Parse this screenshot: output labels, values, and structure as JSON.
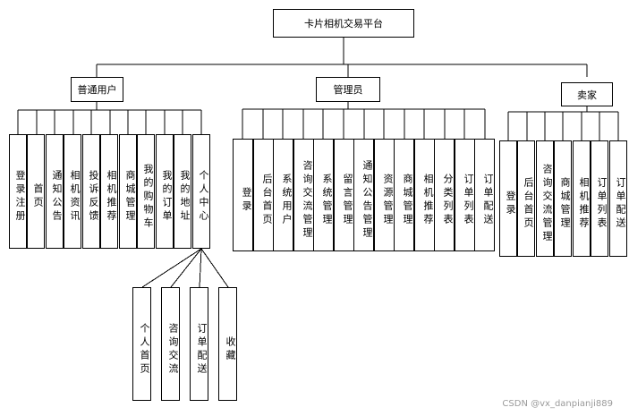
{
  "root": {
    "label": "卡片相机交易平台"
  },
  "groups": [
    {
      "key": "user",
      "label": "普通用户",
      "items": [
        "登录注册",
        "首页",
        "通知公告",
        "相机资讯",
        "投诉反馈",
        "相机推荐",
        "商城管理",
        "我的购物车",
        "我的订单",
        "我的地址",
        "个人中心"
      ]
    },
    {
      "key": "admin",
      "label": "管理员",
      "items": [
        "登录",
        "后台首页",
        "系统用户",
        "咨询交流管理",
        "系统管理",
        "留言管理",
        "通知公告管理",
        "资源管理",
        "商城管理",
        "相机推荐",
        "分类列表",
        "订单列表",
        "订单配送"
      ]
    },
    {
      "key": "seller",
      "label": "卖家",
      "items": [
        "登录",
        "后台首页",
        "咨询交流管理",
        "商城管理",
        "相机推荐",
        "订单列表",
        "订单配送"
      ]
    }
  ],
  "subitems": {
    "parent": "个人中心",
    "items": [
      "个人首页",
      "咨询交流",
      "订单配送",
      "收藏"
    ]
  },
  "watermark": "CSDN @vx_danpianji889"
}
